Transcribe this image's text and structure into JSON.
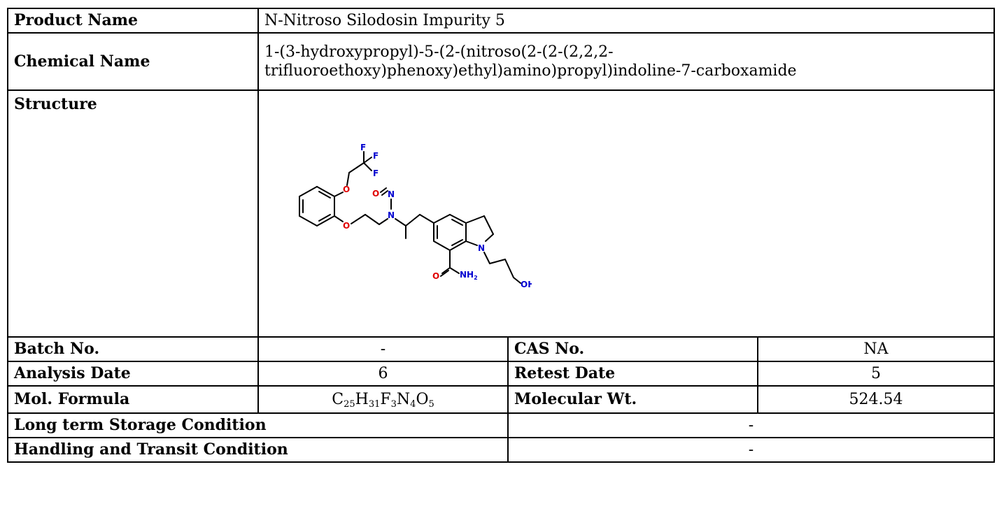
{
  "rows": {
    "product_name": {
      "label": "Product Name",
      "value": "N-Nitroso Silodosin Impurity 5"
    },
    "chemical_name": {
      "label": "Chemical Name",
      "value_line1": "1-(3-hydroxypropyl)-5-(2-(nitroso(2-(2-(2,2,2-",
      "value_line2": "trifluoroethoxy)phenoxy)ethyl)amino)propyl)indoline-7-carboxamide"
    },
    "structure": {
      "label": "Structure"
    },
    "batch": {
      "label": "Batch No.",
      "value": "-",
      "label2": "CAS No.",
      "value2": "NA"
    },
    "analysis": {
      "label": "Analysis Date",
      "value": "6",
      "label2": "Retest Date",
      "value2": "5"
    },
    "formula": {
      "label": "Mol. Formula",
      "label2": "Molecular Wt.",
      "value2": "524.54"
    },
    "storage": {
      "label": "Long term Storage Condition",
      "value": "-"
    },
    "handling": {
      "label": "Handling and Transit Condition",
      "value": "-"
    }
  },
  "formula_parts": [
    {
      "el": "C",
      "n": "25"
    },
    {
      "el": "H",
      "n": "31"
    },
    {
      "el": "F",
      "n": "3"
    },
    {
      "el": "N",
      "n": "4"
    },
    {
      "el": "O",
      "n": "5"
    }
  ],
  "structure_atoms": {
    "f1": "F",
    "f2": "F",
    "f3": "F",
    "o1": "O",
    "o2": "O",
    "o_nitroso": "O",
    "n_nitroso": "N",
    "n_amine": "N",
    "n_indoline": "N",
    "o_amide": "O",
    "nh2": "NH",
    "nh2_sub": "2",
    "oh": "OH"
  },
  "colors": {
    "oxygen": "#e00000",
    "nitrogen": "#0000d0",
    "bond": "#000000",
    "fluorine": "#0000d0"
  }
}
